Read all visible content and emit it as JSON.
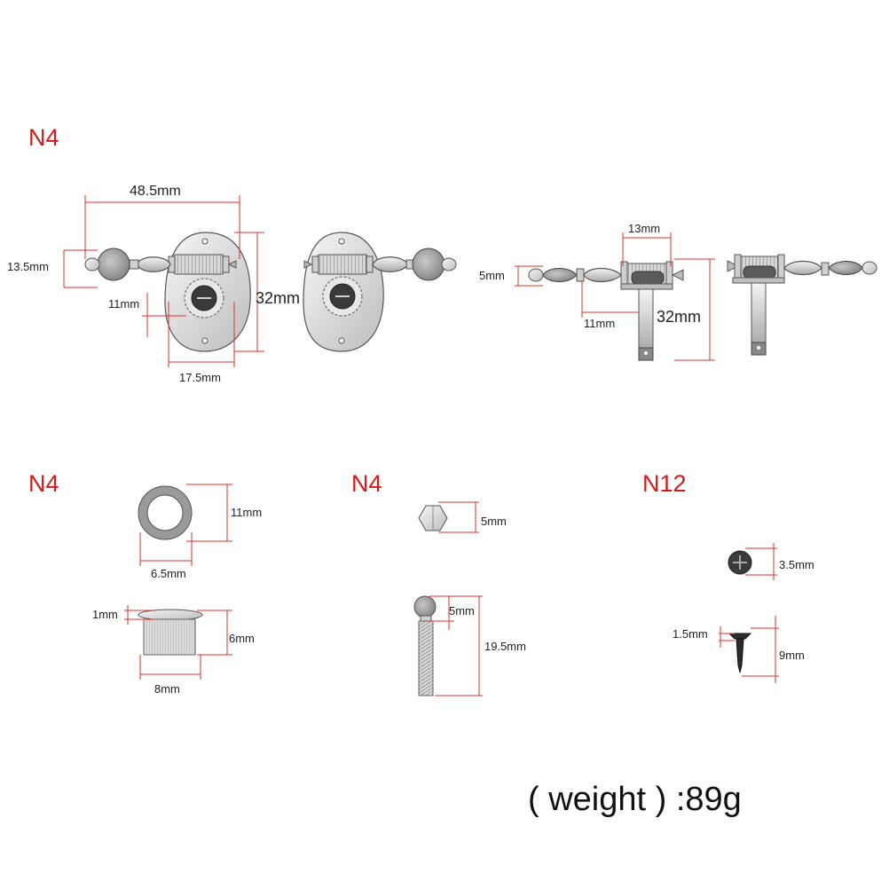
{
  "tuner_group": {
    "quantity": "N4",
    "width_label": "48.5mm",
    "knob_label": "13.5mm",
    "hole_offset_label": "11mm",
    "height_label": "32mm",
    "base_label": "17.5mm"
  },
  "side_view": {
    "top_label": "13mm",
    "knob_label": "5mm",
    "offset_label": "11mm",
    "height_label": "32mm"
  },
  "bushing_group": {
    "quantity": "N4",
    "outer_label": "11mm",
    "inner_label": "6.5mm",
    "rim_label": "1mm",
    "height_label": "6mm",
    "width_label": "8mm"
  },
  "nut_bolt_group": {
    "quantity": "N4",
    "nut_label": "5mm",
    "head_label": "5mm",
    "length_label": "19.5mm"
  },
  "screw_group": {
    "quantity": "N12",
    "head_label": "3.5mm",
    "shank_label": "1.5mm",
    "length_label": "9mm"
  },
  "footer": {
    "weight_text": "( weight ) :89g"
  },
  "colors": {
    "quantity_red": "#d61a1a",
    "dimension_red": "#e0302a",
    "metal_light": "#e6e6e6",
    "metal_dark": "#555555"
  }
}
